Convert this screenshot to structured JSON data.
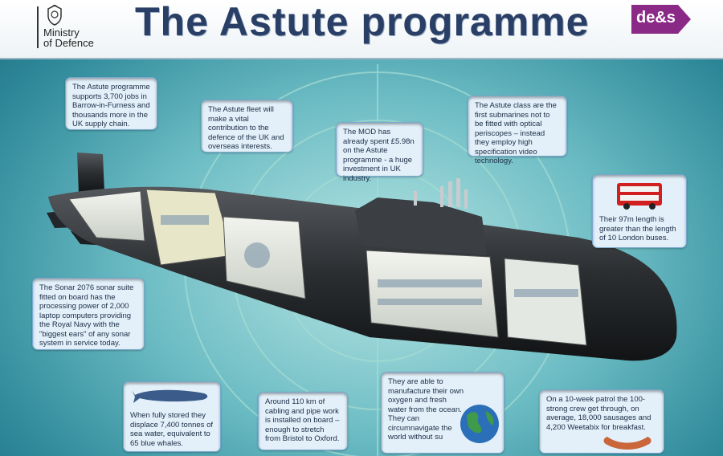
{
  "header": {
    "ministry_line1": "Ministry",
    "ministry_line2": "of Defence",
    "title": "The Astute programme",
    "logo_text": "de&s"
  },
  "facts": {
    "jobs": "The Astute programme supports 3,700 jobs in Barrow-in-Furness and thousands more in the UK supply chain.",
    "fleet": "The Astute fleet will make a vital contribution to the defence of the UK and overseas interests.",
    "investment": "The MOD has already spent £5.98n on the Astute programme - a huge investment in UK industry.",
    "periscopes": "The Astute class are the first submarines not to be fitted with optical periscopes – instead they employ high specification video technology.",
    "length": "Their 97m length is greater than the length of 10 London buses.",
    "sonar": "The Sonar 2076 sonar suite fitted on board has the processing power of 2,000 laptop computers providing the Royal Navy with the \"biggest ears\" of any sonar system in service today.",
    "whales": "When fully stored they displace 7,400 tonnes of sea water, equivalent to 65 blue whales.",
    "cabling": "Around 110 km of cabling and pipe work is installed on board – enough to stretch from Bristol to Oxford.",
    "oxygen": "They are able to manufacture their own oxygen and fresh water from the ocean. They can circumnavigate the world without su",
    "crew": "On a 10-week patrol the 100-strong crew get through, on average, 18,000 sausages and 4,200 Weetabix for breakfast."
  },
  "colors": {
    "title": "#2a3f66",
    "box_bg": "#e3f0fa",
    "sea": "#2f8a9a",
    "hull": "#2b2e31",
    "logo": "#8a2a86"
  }
}
